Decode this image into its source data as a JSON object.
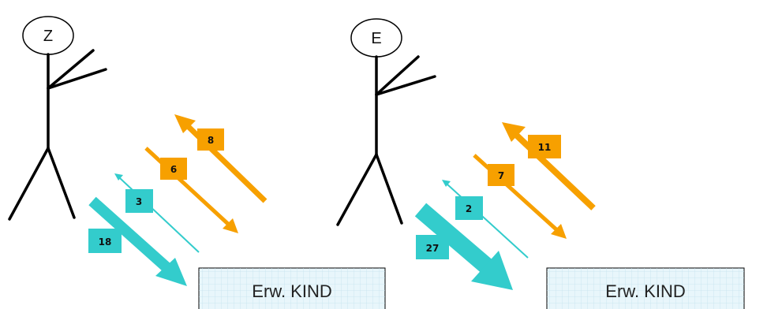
{
  "colors": {
    "orange": "#f7a000",
    "cyan": "#33cccc",
    "box_fill": "#e8f6fb",
    "box_grid": "#c6e3ee",
    "ink": "#000000"
  },
  "figures": [
    {
      "head_label": "Z",
      "arrows": [
        {
          "label": "8",
          "color": "orange",
          "direction": "up-left"
        },
        {
          "label": "6",
          "color": "orange",
          "direction": "down-right"
        },
        {
          "label": "3",
          "color": "cyan",
          "direction": "up-left"
        },
        {
          "label": "18",
          "color": "cyan",
          "direction": "down-right"
        }
      ],
      "box_label": "Erw. KIND"
    },
    {
      "head_label": "E",
      "arrows": [
        {
          "label": "11",
          "color": "orange",
          "direction": "up-left"
        },
        {
          "label": "7",
          "color": "orange",
          "direction": "down-right"
        },
        {
          "label": "2",
          "color": "cyan",
          "direction": "up-left"
        },
        {
          "label": "27",
          "color": "cyan",
          "direction": "down-right"
        }
      ],
      "box_label": "Erw. KIND"
    }
  ]
}
